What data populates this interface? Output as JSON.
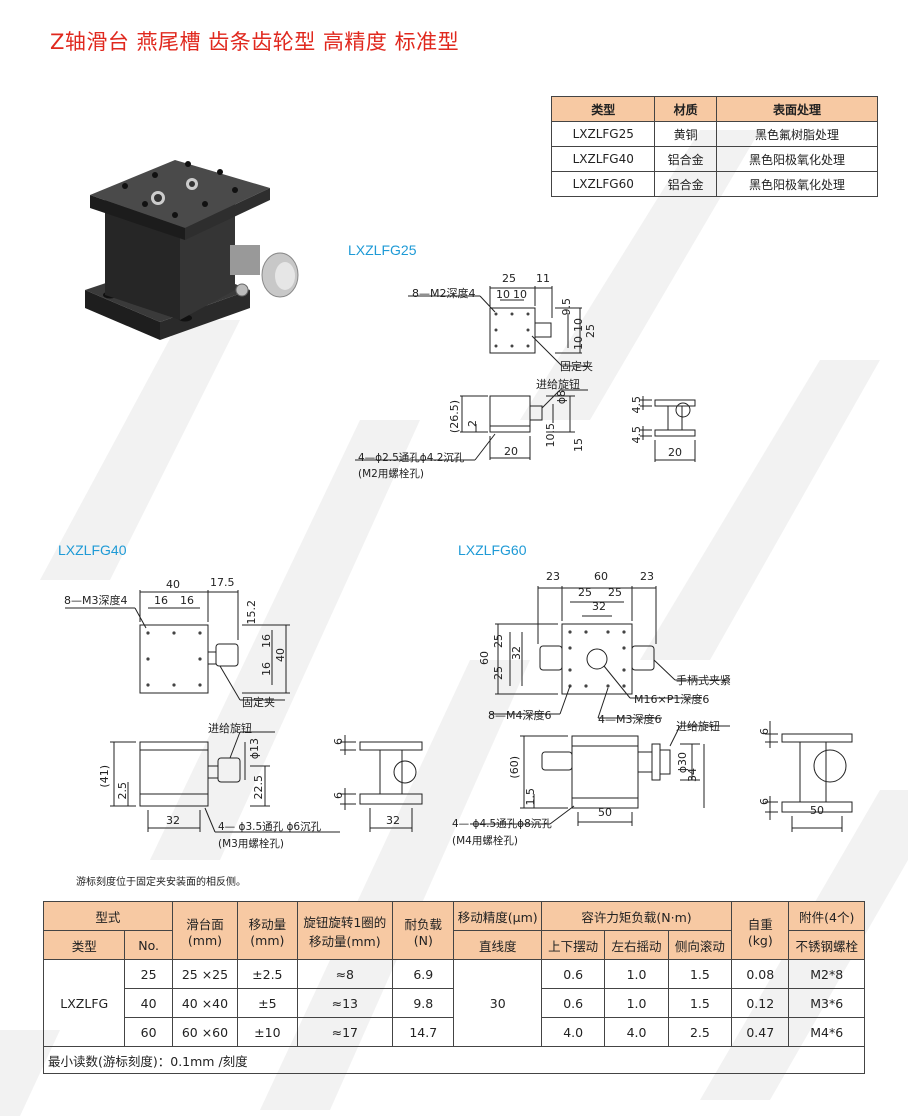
{
  "page": {
    "title": "Z轴滑台 燕尾槽 齿条齿轮型 高精度 标准型"
  },
  "material_table": {
    "headers": [
      "类型",
      "材质",
      "表面处理"
    ],
    "rows": [
      [
        "LXZLFG25",
        "黄铜",
        "黑色氟树脂处理"
      ],
      [
        "LXZLFG40",
        "铝合金",
        "黑色阳极氧化处理"
      ],
      [
        "LXZLFG60",
        "铝合金",
        "黑色阳极氧化处理"
      ]
    ]
  },
  "drawings": {
    "lxzlfg25": {
      "label": "LXZLFG25",
      "dim_25": "25",
      "dim_11": "11",
      "dim_10a": "10",
      "dim_10b": "10",
      "tap": "8—M2深度4",
      "dim_9_5": "9.5",
      "dim_10c": "10",
      "dim_10d": "10",
      "dim_25v": "25",
      "clamp": "固定夹",
      "knob": "进给旋钮",
      "dim_phi8": "ϕ8",
      "dim_26_5": "(26.5)",
      "dim_2": "2",
      "dim_10_5": "10.5",
      "dim_15": "15",
      "dim_20": "20",
      "hole1": "4—ϕ2.5通孔ϕ4.2沉孔",
      "hole2": "(M2用螺栓孔)",
      "side_4_5a": "4.5",
      "side_4_5b": "4.5",
      "side_20": "20"
    },
    "lxzlfg40": {
      "label": "LXZLFG40",
      "dim_40": "40",
      "dim_17_5": "17.5",
      "tap": "8—M3深度4",
      "dim_16a": "16",
      "dim_16b": "16",
      "dim_15_2": "15.2",
      "dim_16c": "16",
      "dim_16d": "16",
      "dim_40v": "40",
      "clamp": "固定夹",
      "knob": "进给旋钮",
      "dim_phi13": "ϕ13",
      "dim_41": "(41)",
      "dim_2_5": "2.5",
      "dim_22_5": "22.5",
      "dim_32": "32",
      "hole1": "4— ϕ3.5通孔 ϕ6沉孔",
      "hole2": "(M3用螺栓孔)",
      "side_6a": "6",
      "side_6b": "6",
      "side_32": "32"
    },
    "lxzlfg60": {
      "label": "LXZLFG60",
      "dim_23a": "23",
      "dim_60": "60",
      "dim_23b": "23",
      "dim_25a": "25",
      "dim_25b": "25",
      "dim_32": "32",
      "dim_25c": "25",
      "dim_32v": "32",
      "dim_25d": "25",
      "dim_60v": "60",
      "handle": "手柄式夹紧",
      "m16": "M16×P1深度6",
      "tap_m4": "8—M4深度6",
      "tap_m3": "4—M3深度6",
      "knob": "进给旋钮",
      "dim_phi30": "ϕ30",
      "dim_34": "34",
      "dim_60h": "(60)",
      "dim_1_5": "1.5",
      "dim_50": "50",
      "hole1": "4— ϕ4.5通孔ϕ8沉孔",
      "hole2": "(M4用螺栓孔)",
      "side_6a": "6",
      "side_6b": "6",
      "side_50": "50"
    }
  },
  "footnote": "游标刻度位于固定夹安装面的相反侧。",
  "spec_table": {
    "h_model": "型式",
    "h_type": "类型",
    "h_no": "No.",
    "h_face": "滑台面",
    "h_face_unit": "(mm)",
    "h_travel": "移动量",
    "h_travel_unit": "(mm)",
    "h_knob": "旋钮旋转1圈的",
    "h_knob2": "移动量(mm)",
    "h_load": "耐负载",
    "h_load_unit": "(N)",
    "h_acc": "移动精度(μm)",
    "h_straight": "直线度",
    "h_moment": "容许力矩负载(N·m)",
    "h_m1": "上下摆动",
    "h_m2": "左右摇动",
    "h_m3": "侧向滚动",
    "h_weight": "自重",
    "h_weight_unit": "(kg)",
    "h_acc2": "附件(4个)",
    "h_acc3": "不锈钢螺栓",
    "type": "LXZLFG",
    "straightness": "30",
    "rows": [
      {
        "no": "25",
        "face": "25 ×25",
        "travel": "±2.5",
        "rev": "≈8",
        "load": "6.9",
        "m1": "0.6",
        "m2": "1.0",
        "m3": "1.5",
        "weight": "0.08",
        "bolt": "M2*8"
      },
      {
        "no": "40",
        "face": "40 ×40",
        "travel": "±5",
        "rev": "≈13",
        "load": "9.8",
        "m1": "0.6",
        "m2": "1.0",
        "m3": "1.5",
        "weight": "0.12",
        "bolt": "M3*6"
      },
      {
        "no": "60",
        "face": "60 ×60",
        "travel": "±10",
        "rev": "≈17",
        "load": "14.7",
        "m1": "4.0",
        "m2": "4.0",
        "m3": "2.5",
        "weight": "0.47",
        "bolt": "M4*6"
      }
    ],
    "note": "最小读数(游标刻度)：0.1mm /刻度"
  },
  "icons": {
    "product_photo": "z-axis-stage-photo",
    "watermark": "lx-watermark"
  },
  "colors": {
    "title": "#e0281e",
    "model_label": "#1e9ad6",
    "table_header": "#f7c9a3"
  }
}
